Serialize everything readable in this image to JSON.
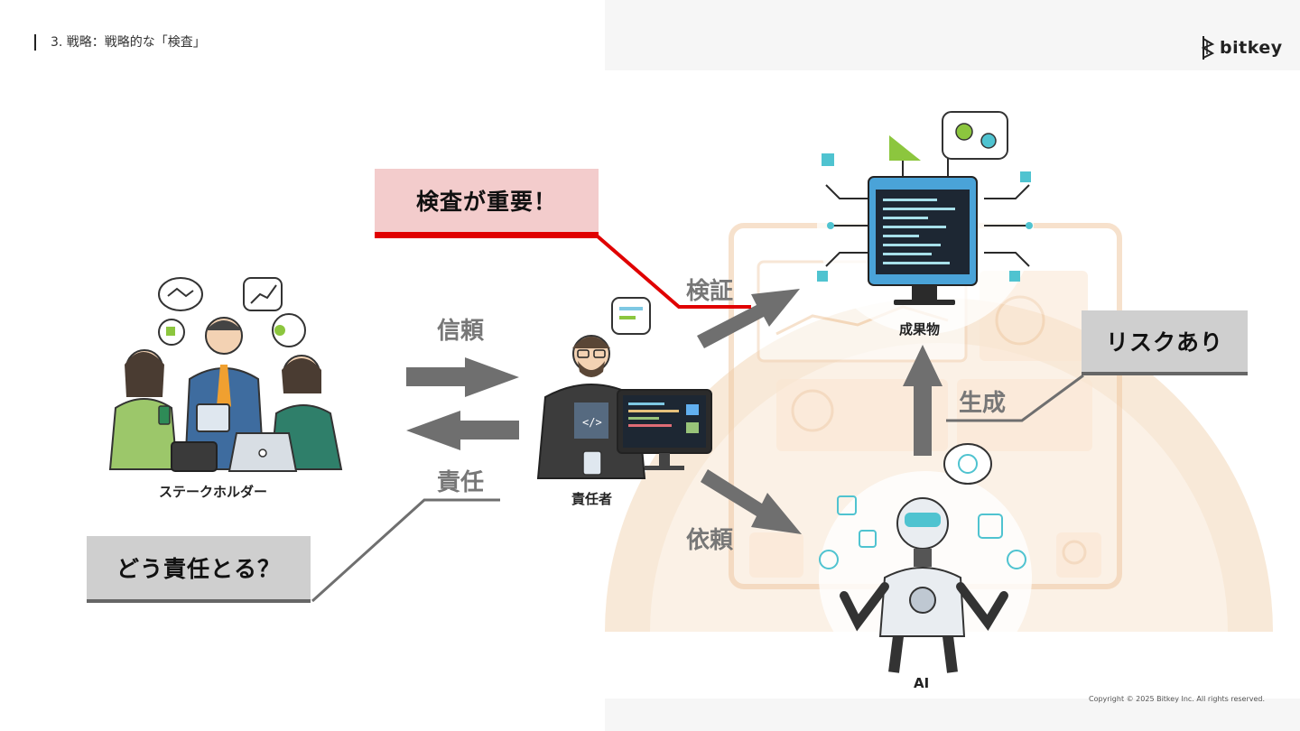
{
  "header": {
    "title": "3. 戦略：戦略的な「検査」",
    "logo_text": "bitkey"
  },
  "diagram": {
    "nodes": {
      "stakeholders": "ステークホルダー",
      "responsible": "責任者",
      "deliverable": "成果物",
      "ai": "AI"
    },
    "edges": {
      "trust": "信頼",
      "responsibility": "責任",
      "verify": "検証",
      "request": "依頼",
      "generate": "生成"
    },
    "callouts": {
      "inspection_important": "検査が重要！",
      "how_responsible": "どう責任とる？",
      "risk": "リスクあり"
    }
  },
  "footer": {
    "copyright": "Copyright © 2025 Bitkey Inc. All rights reserved."
  },
  "colors": {
    "arrow": "#6f6f6f",
    "accent_red": "#e00000",
    "callout_pink": "#f3cccc",
    "callout_grey": "#cfcfcf",
    "bg_orange": "#f8e9d8"
  }
}
